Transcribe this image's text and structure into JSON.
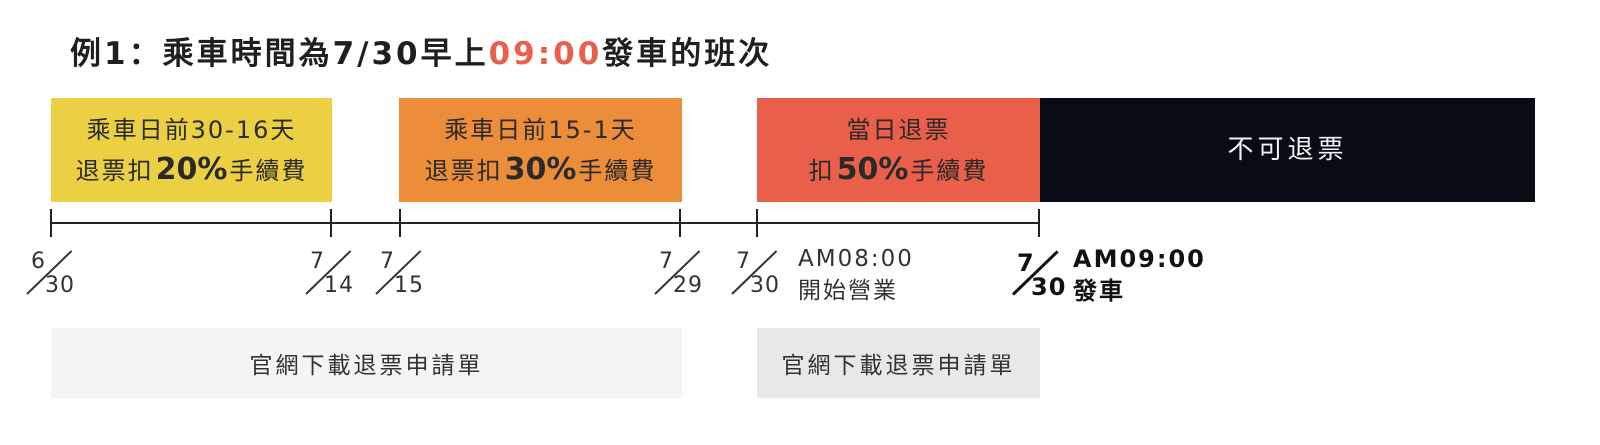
{
  "title": {
    "prefix": "例1：乘車時間為7/30早上",
    "highlight": "09:00",
    "suffix": "發車的班次",
    "highlight_color": "#e8604a"
  },
  "blocks": [
    {
      "line1": "乘車日前30-16天",
      "line2_pre": "退票扣",
      "line2_big": "20%",
      "line2_post": "手續費",
      "color": "#ecd043"
    },
    {
      "line1": "乘車日前15-1天",
      "line2_pre": "退票扣",
      "line2_big": "30%",
      "line2_post": "手續費",
      "color": "#ec8d3a"
    },
    {
      "line1": "當日退票",
      "line2_pre": "扣",
      "line2_big": "50%",
      "line2_post": "手續費",
      "color": "#ea5f4a"
    },
    {
      "line1": "不可退票",
      "color": "#070b15"
    }
  ],
  "dates": [
    {
      "month": "6",
      "day": "30"
    },
    {
      "month": "7",
      "day": "14"
    },
    {
      "month": "7",
      "day": "15"
    },
    {
      "month": "7",
      "day": "29"
    },
    {
      "month": "7",
      "day": "30"
    },
    {
      "month": "7",
      "day": "30"
    }
  ],
  "notes": {
    "open": {
      "line1": "AM08:00",
      "line2": "開始營業"
    },
    "depart": {
      "line1": "AM09:00",
      "line2": "發車"
    }
  },
  "forms": [
    {
      "label": "官網下載退票申請單",
      "color": "#f4f4f4"
    },
    {
      "label": "官網下載退票申請單",
      "color": "#e8e8e8"
    }
  ]
}
